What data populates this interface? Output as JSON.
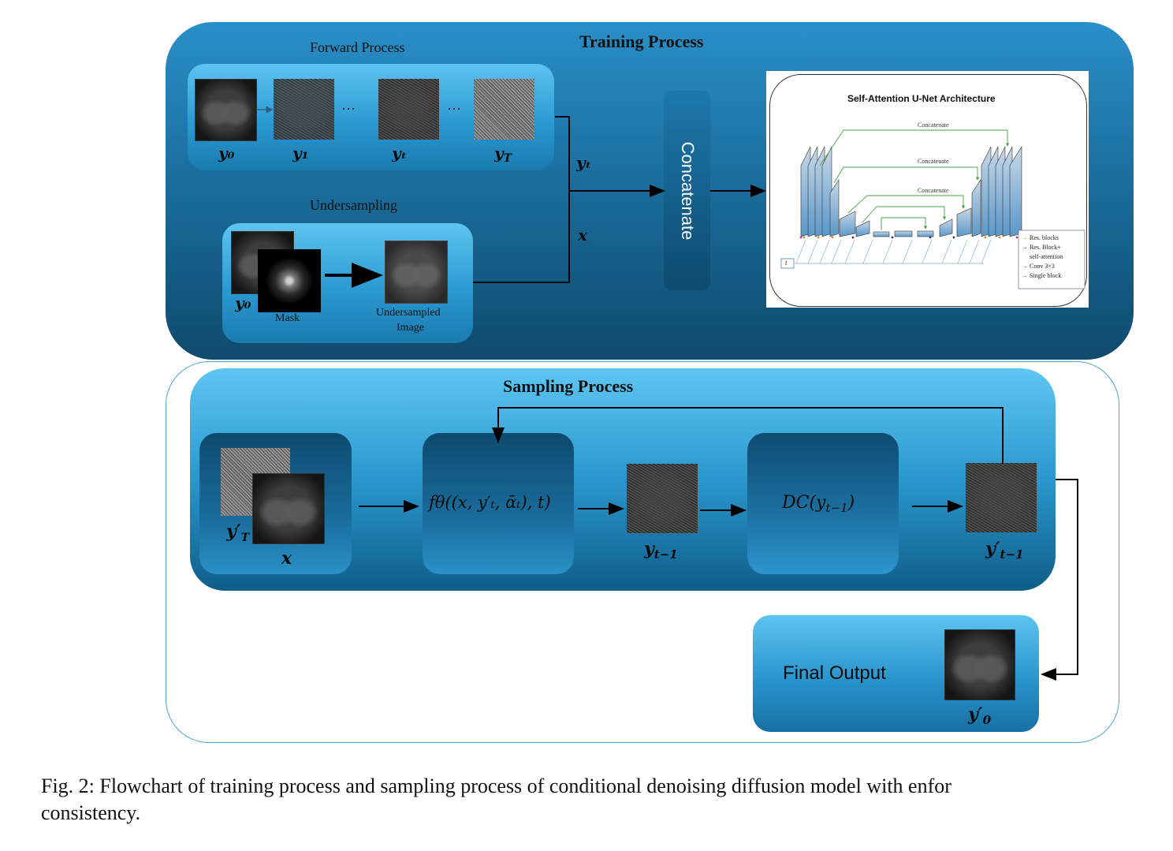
{
  "training": {
    "title": "Training Process",
    "forward_title": "Forward Process",
    "under_title": "Undersampling",
    "labels": {
      "y0": "y₀",
      "y1": "y₁",
      "yt": "yₜ",
      "yT": "yₜ",
      "dots": "···"
    },
    "mask_label": "Mask",
    "undersampled_label_1": "Undersampled",
    "undersampled_label_2": "Image",
    "arrow_yt": "yₜ",
    "arrow_x": "x",
    "concat_label": "Concatenate"
  },
  "unet": {
    "title": "Self-Attention U-Net Architecture",
    "concat1": "Concatenate",
    "concat2": "Concatenate",
    "concat3": "Concatenate",
    "t_box": "t",
    "legend": [
      "Res. blocks",
      "Res. Block+",
      "self-attention",
      "Conv 3×3",
      "Single block"
    ],
    "legend_colors": [
      "#e8842a",
      "#2a3a8a",
      "#b03ab0",
      "#b03ab0"
    ]
  },
  "sampling": {
    "title": "Sampling Process",
    "yT_prime": "y′",
    "yT_sub": "T",
    "x": "x",
    "f_theta": "fθ((x, y′ₜ, ᾱₜ), t)",
    "y_tm1": "y",
    "y_tm1_sub": "t−1",
    "dc": "DC(y",
    "dc_sub": "t−1",
    "dc_close": ")",
    "y_prime_tm1": "y′",
    "y_prime_tm1_sub": "t−1",
    "final_output": "Final Output",
    "y0_prime": "y′",
    "y0_prime_sub": "0"
  },
  "caption": {
    "line1": "Fig. 2: Flowchart of training process and sampling process of conditional denoising diffusion model with enfor",
    "line2": "consistency."
  }
}
